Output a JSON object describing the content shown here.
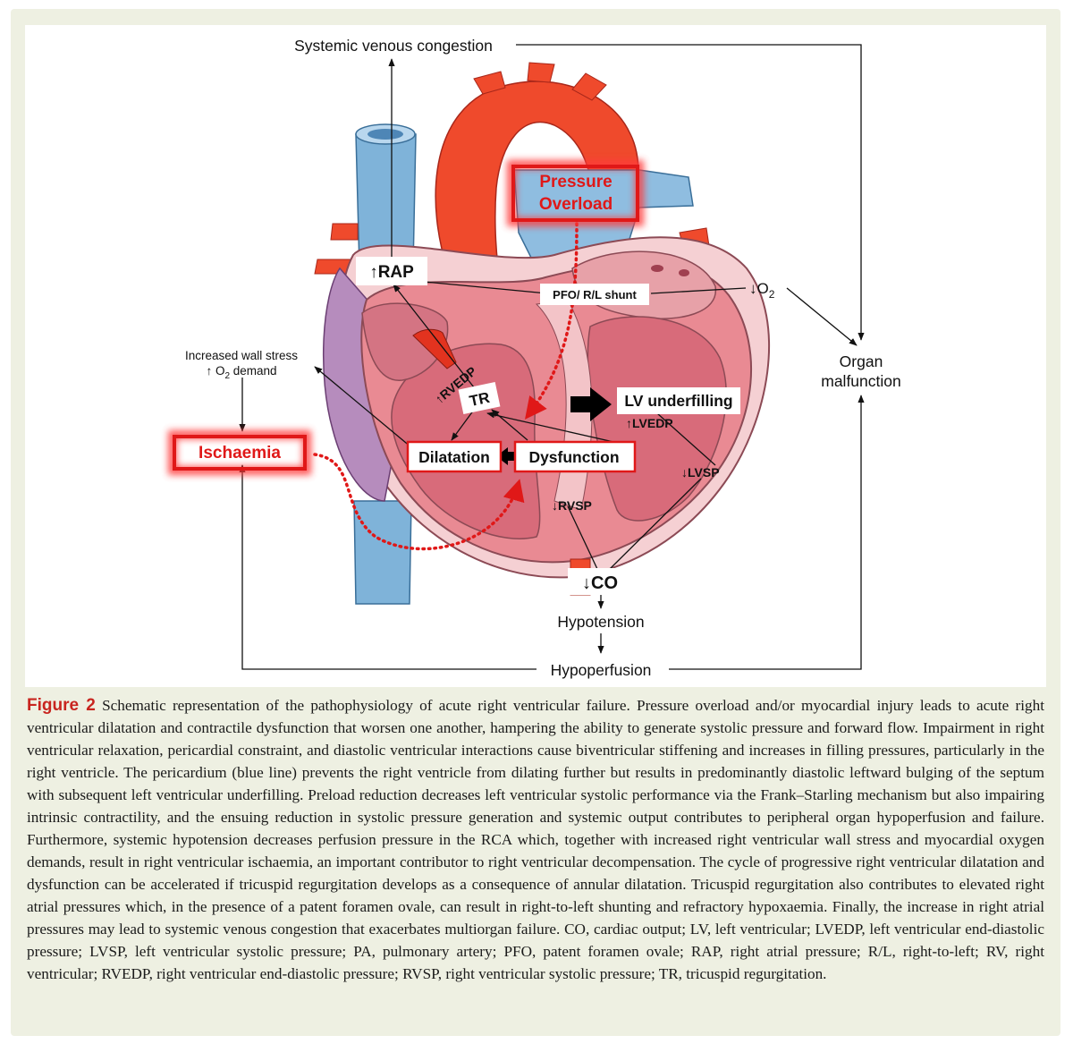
{
  "diagram": {
    "systemic_venous_congestion": "Systemic venous congestion",
    "rap": "↑RAP",
    "pressure_overload_line1": "Pressure",
    "pressure_overload_line2": "Overload",
    "pfo_shunt": "PFO/ R/L shunt",
    "low_o2_arrow": "↓O",
    "low_o2_sub": "2",
    "wall_stress_line1": "Increased wall stress",
    "wall_stress_line2_pre": "↑ O",
    "wall_stress_line2_sub": "2",
    "wall_stress_line2_post": " demand",
    "ischaemia": "Ischaemia",
    "rvedp": "↑RVEDP",
    "tr": "TR",
    "dilatation": "Dilatation",
    "dysfunction": "Dysfunction",
    "lv_underfilling": "LV underfilling",
    "lvedp": "↑LVEDP",
    "lvsp": "↓LVSP",
    "rvsp": "↓RVSP",
    "co": "↓CO",
    "hypotension": "Hypotension",
    "hypoperfusion": "Hypoperfusion",
    "organ_line1": "Organ",
    "organ_line2": "malfunction",
    "colors": {
      "aorta": "#ef4a2c",
      "vena_cava": "#7fb3d9",
      "myocardium": "#e98a93",
      "atrium_purple": "#b68cbd",
      "pericardium": "#f5d0d3",
      "highlight": "#e01818"
    }
  },
  "caption": {
    "label": "Figure 2",
    "text": "Schematic representation of the pathophysiology of acute right ventricular failure. Pressure overload and/or myocardial injury leads to acute right ventricular dilatation and contractile dysfunction that worsen one another, hampering the ability to generate systolic pressure and forward flow. Impairment in right ventricular relaxation, pericardial constraint, and diastolic ventricular interactions cause biventricular stiffening and increases in filling pressures, particularly in the right ventricle. The pericardium (blue line) prevents the right ventricle from dilating further but results in predominantly diastolic leftward bulging of the septum with subsequent left ventricular underfilling. Preload reduction decreases left ventricular systolic performance via the Frank–Starling mechanism but also impairing intrinsic contractility, and the ensuing reduction in systolic pressure generation and systemic output contributes to peripheral organ hypoperfusion and failure. Furthermore, systemic hypotension decreases perfusion pressure in the RCA which, together with increased right ventricular wall stress and myocardial oxygen demands, result in right ventricular ischaemia, an important contributor to right ventricular decompensation. The cycle of progressive right ventricular dilatation and dysfunction can be accelerated if tricuspid regurgitation develops as a consequence of annular dilatation. Tricuspid regurgitation also contributes to elevated right atrial pressures which, in the presence of a patent foramen ovale, can result in right-to-left shunting and refractory hypoxaemia. Finally, the increase in right atrial pressures may lead to systemic venous congestion that exacerbates multiorgan failure. CO, cardiac output; LV, left ventricular; LVEDP, left ventricular end-diastolic pressure; LVSP, left ventricular systolic pressure; PA, pulmonary artery; PFO, patent foramen ovale; RAP, right atrial pressure; R/L, right-to-left; RV, right ventricular; RVEDP, right ventricular end-diastolic pressure; RVSP, right ventricular systolic pressure; TR, tricuspid regurgitation."
  }
}
